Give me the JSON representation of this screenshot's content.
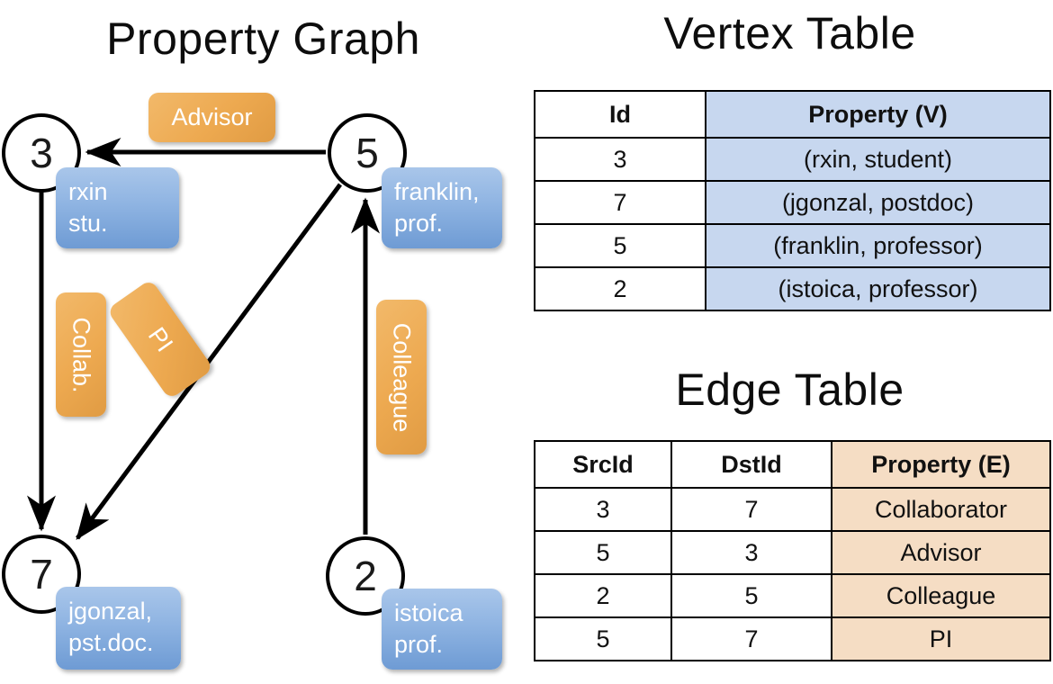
{
  "titles": {
    "property_graph": "Property Graph",
    "vertex_table": "Vertex Table",
    "edge_table": "Edge Table"
  },
  "graph": {
    "nodes": [
      {
        "id": "3",
        "property": "rxin\nstu."
      },
      {
        "id": "5",
        "property": "franklin,\nprof."
      },
      {
        "id": "7",
        "property": "jgonzal,\npst.doc."
      },
      {
        "id": "2",
        "property": "istoica\nprof."
      }
    ],
    "node_labels": {
      "n3": "3",
      "n5": "5",
      "n7": "7",
      "n2": "2"
    },
    "property_labels": {
      "rxin_line1": "rxin",
      "rxin_line2": "stu.",
      "franklin_line1": "franklin,",
      "franklin_line2": "prof.",
      "jgonzal_line1": "jgonzal,",
      "jgonzal_line2": "pst.doc.",
      "istoica_line1": "istoica",
      "istoica_line2": "prof."
    },
    "edge_labels": {
      "advisor": "Advisor",
      "collab": "Collab.",
      "pi": "PI",
      "colleague": "Colleague"
    },
    "edges": [
      {
        "from": "5",
        "to": "3",
        "label": "Advisor"
      },
      {
        "from": "3",
        "to": "7",
        "label": "Collab."
      },
      {
        "from": "5",
        "to": "7",
        "label": "PI"
      },
      {
        "from": "2",
        "to": "5",
        "label": "Colleague"
      }
    ]
  },
  "vertex_table": {
    "headers": [
      "Id",
      "Property (V)"
    ],
    "rows": [
      [
        "3",
        "(rxin, student)"
      ],
      [
        "7",
        "(jgonzal, postdoc)"
      ],
      [
        "5",
        "(franklin, professor)"
      ],
      [
        "2",
        "(istoica, professor)"
      ]
    ]
  },
  "edge_table": {
    "headers": [
      "SrcId",
      "DstId",
      "Property (E)"
    ],
    "rows": [
      [
        "3",
        "7",
        "Collaborator"
      ],
      [
        "5",
        "3",
        "Advisor"
      ],
      [
        "2",
        "5",
        "Colleague"
      ],
      [
        "5",
        "7",
        "PI"
      ]
    ]
  },
  "colors": {
    "vertex_property_fill": "#c7d7ef",
    "edge_property_fill": "#f5ddc4",
    "node_property_box": "#8fb4e2",
    "edge_label_box": "#eda950",
    "stroke": "#000000",
    "background": "#ffffff"
  }
}
